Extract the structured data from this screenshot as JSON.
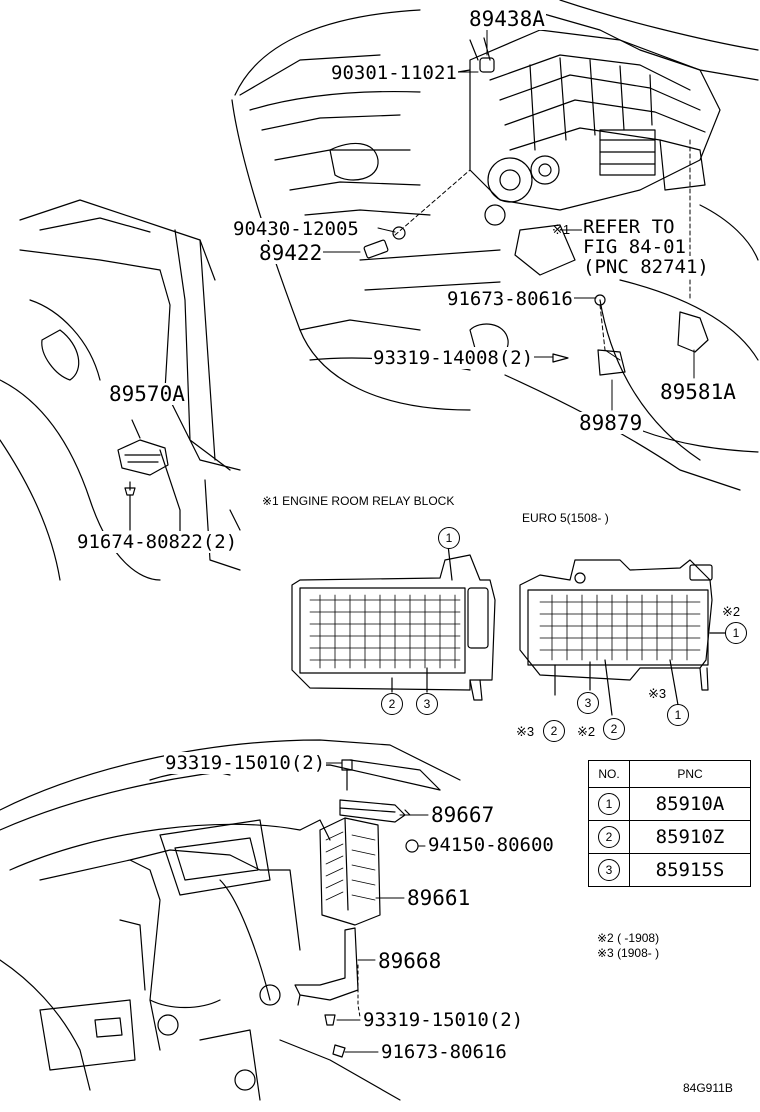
{
  "labels": {
    "p89438A": "89438A",
    "p90301": "90301-11021",
    "p90430": "90430-12005",
    "p89422": "89422",
    "refer_mark": "※1",
    "refer1": "REFER TO",
    "refer2": "FIG 84-01",
    "refer3": "(PNC 82741)",
    "p91673a": "91673-80616",
    "p93319a": "93319-14008(2)",
    "p89581A": "89581A",
    "p89879": "89879",
    "p89570A": "89570A",
    "p91674": "91674-80822(2)",
    "p93319b": "93319-15010(2)",
    "p89667": "89667",
    "p94150": "94150-80600",
    "p89661": "89661",
    "p89668": "89668",
    "p93319c": "93319-15010(2)",
    "p91673b": "91673-80616"
  },
  "relay_block": {
    "title": "※1  ENGINE ROOM RELAY BLOCK",
    "euro_label": "EURO 5(1508-       )",
    "callouts": [
      "1",
      "2",
      "3"
    ],
    "note2": "※2",
    "note3": "※3"
  },
  "pnc_table": {
    "header_no": "NO.",
    "header_pnc": "PNC",
    "rows": [
      {
        "no": "1",
        "pnc": "85910A"
      },
      {
        "no": "2",
        "pnc": "85910Z"
      },
      {
        "no": "3",
        "pnc": "85915S"
      }
    ]
  },
  "notes": {
    "n2": "※2 (          -1908)",
    "n3": "※3 (1908-           )"
  },
  "figure_id": "84G911B"
}
